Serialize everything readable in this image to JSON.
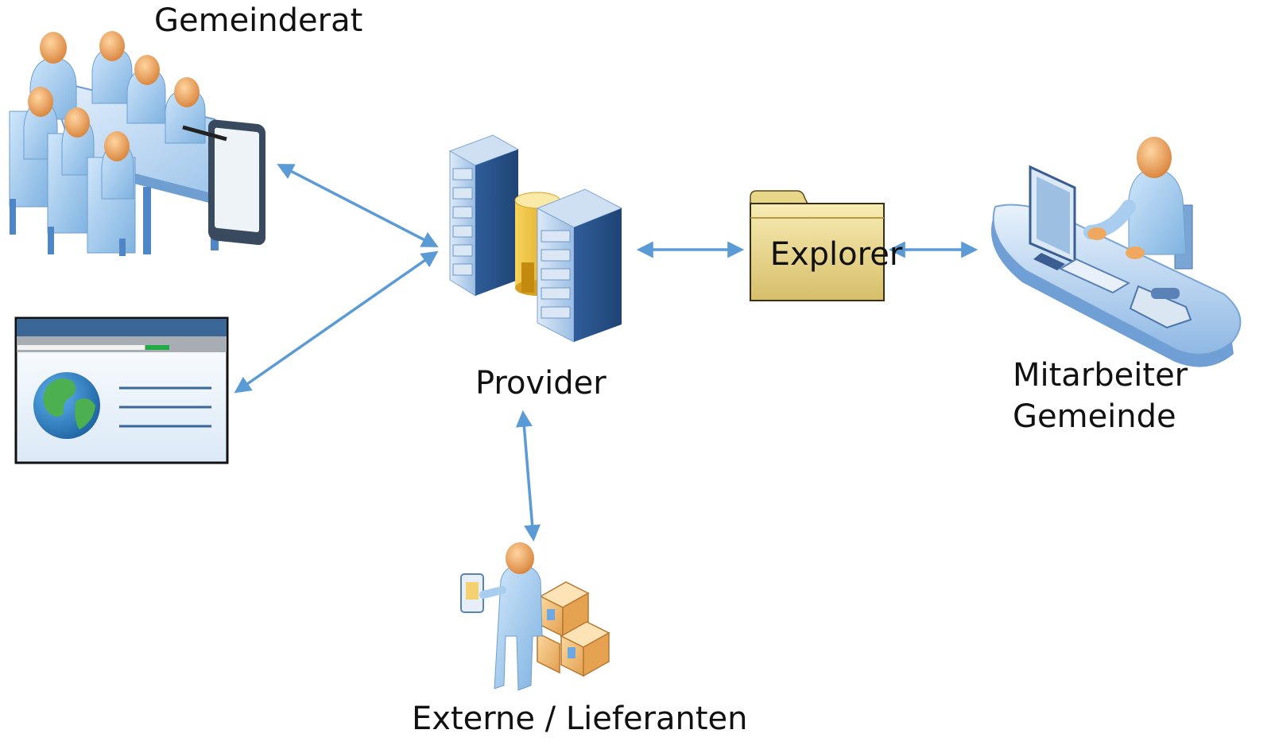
{
  "nodes": {
    "council": {
      "label": "Gemeinderat",
      "icon": "council-meeting-tablet-icon"
    },
    "website": {
      "icon": "web-browser-globe-icon"
    },
    "provider": {
      "label": "Provider",
      "icon": "server-database-icon"
    },
    "explorer": {
      "label": "Explorer",
      "icon": "folder-icon"
    },
    "staff": {
      "label_line1": "Mitarbeiter",
      "label_line2": "Gemeinde",
      "icon": "employee-workstation-icon"
    },
    "vendor": {
      "label": "Externe / Lieferanten",
      "icon": "delivery-person-boxes-icon"
    }
  },
  "connections": [
    {
      "from": "council",
      "to": "provider",
      "bidirectional": true
    },
    {
      "from": "website",
      "to": "provider",
      "bidirectional": true
    },
    {
      "from": "provider",
      "to": "explorer",
      "bidirectional": true
    },
    {
      "from": "explorer",
      "to": "staff",
      "bidirectional": true
    },
    {
      "from": "provider",
      "to": "vendor",
      "bidirectional": true
    }
  ],
  "colors": {
    "arrow": "#5b9bd5",
    "person_skin": "#f0a860",
    "person_body": "#a8cdee",
    "server_body": "#3f6fae",
    "folder": "#e8d68a",
    "globe_sea": "#2a7fc0",
    "globe_land": "#46a84a",
    "boxes": "#f2c07a"
  }
}
